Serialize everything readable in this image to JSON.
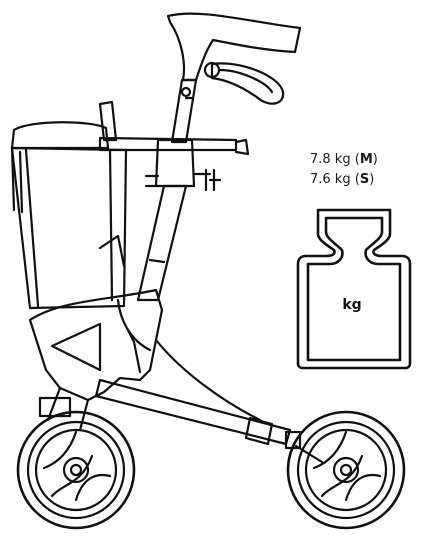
{
  "weights": [
    {
      "value": "7.8 kg",
      "size_letter": "M"
    },
    {
      "value": "7.6 kg",
      "size_letter": "S"
    }
  ],
  "weight_icon": {
    "label": "kg",
    "icon": "weight-kg-icon"
  },
  "illustration": {
    "icon": "rollator-walker-icon"
  },
  "colors": {
    "line": "#111111",
    "background": "#ffffff"
  }
}
